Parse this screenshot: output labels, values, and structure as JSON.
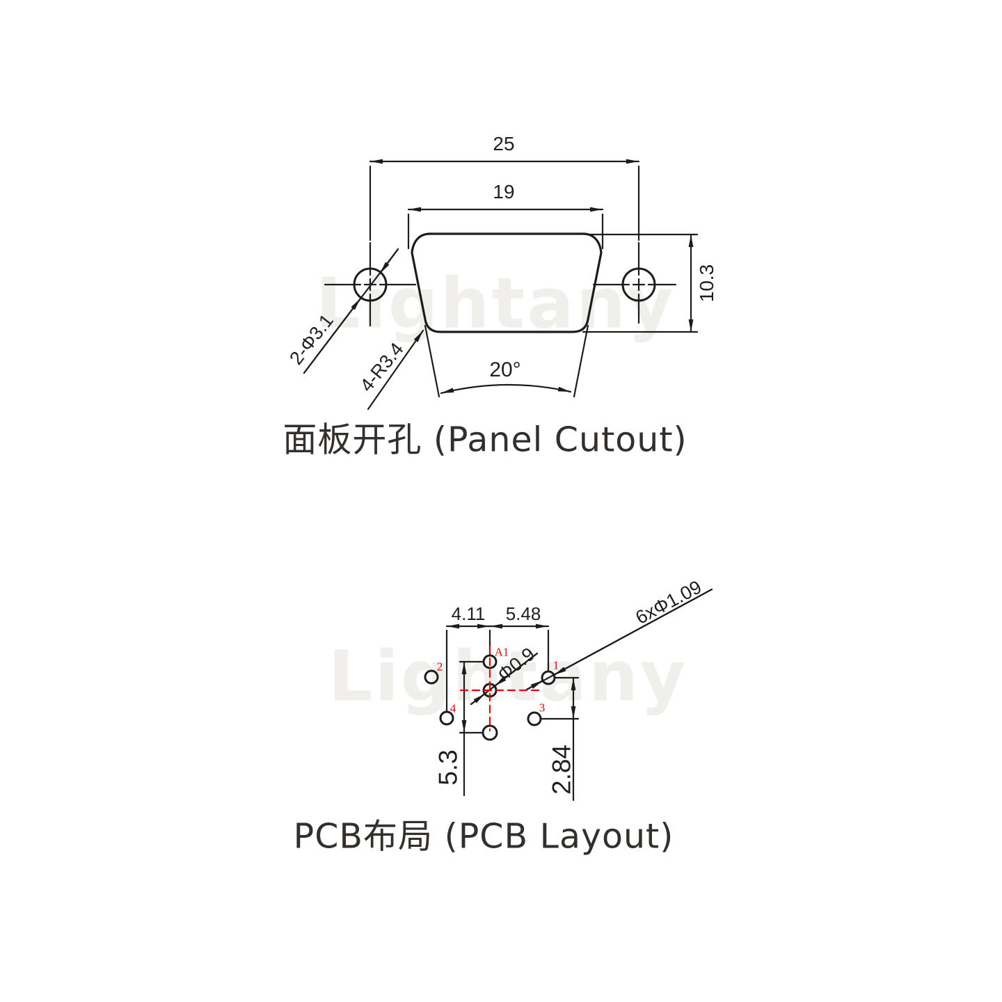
{
  "watermark": {
    "text": "Lightany"
  },
  "colors": {
    "line": "#1c1c1c",
    "dimension_text": "#1f1f1f",
    "pin_label_red": "#e8000d",
    "watermark_gray": "#f0efec"
  },
  "panel_cutout": {
    "title": "面板开孔 (Panel Cutout)",
    "dim_outer_width": "25",
    "dim_inner_width": "19",
    "dim_height": "10.3",
    "dim_angle": "20°",
    "callout_mount_holes": "2-Φ3.1",
    "callout_corner_radius": "4-R3.4"
  },
  "pcb_layout": {
    "title": "PCB布局 (PCB Layout)",
    "dim_pitch_left": "4.11",
    "dim_pitch_right": "5.48",
    "dim_vertical_left": "5.3",
    "dim_vertical_right": "2.84",
    "callout_pin_holes": "6xΦ1.09",
    "callout_center_hole": "Φ0.9",
    "pin_labels": {
      "a1": "A1",
      "p1": "1",
      "p2": "2",
      "p3": "3",
      "p4": "4"
    }
  }
}
